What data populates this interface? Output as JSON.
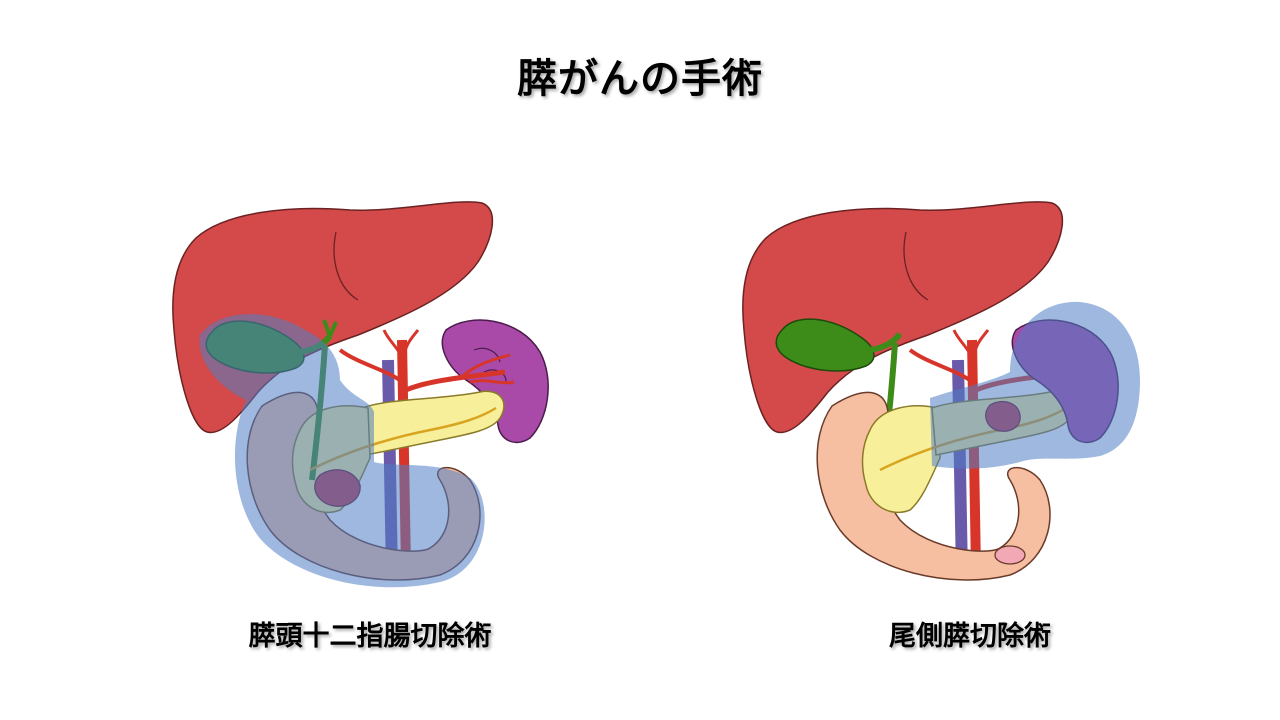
{
  "title": "膵がんの手術",
  "panels": [
    {
      "caption": "膵頭十二指腸切除術"
    },
    {
      "caption": "尾側膵切除術"
    }
  ],
  "colors": {
    "liver": "#d44a4a",
    "gallbladder": "#3d8c1a",
    "pancreas": "#f8ef9a",
    "duodenum": "#f6bfa2",
    "spleen": "#a94aa9",
    "artery": "#d8352a",
    "vein": "#6a5aaa",
    "tumor": "#c4384a",
    "resection_overlay": "#4f7ec4"
  }
}
